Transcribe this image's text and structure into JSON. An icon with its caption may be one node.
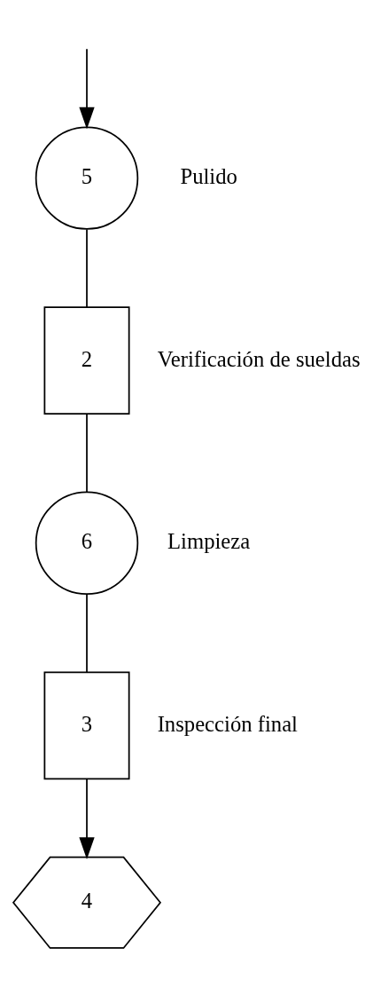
{
  "diagram": {
    "nodes": [
      {
        "text": [
          "5"
        ],
        "beside": [
          "Pulido"
        ]
      },
      {
        "text": [
          "2"
        ],
        "beside": [
          "Verificación de sueldas"
        ]
      },
      {
        "text": [
          "6"
        ],
        "beside": [
          "Limpieza"
        ]
      },
      {
        "text": [
          "3"
        ],
        "beside": [
          "Inspección final"
        ]
      },
      {
        "text": [
          "4"
        ]
      }
    ],
    "edges": [
      {
        "from": null,
        "to": 0,
        "arrow": "to"
      },
      {
        "from": 0,
        "to": 1,
        "arrow": "none"
      },
      {
        "from": 1,
        "to": 2,
        "arrow": "none"
      },
      {
        "from": 2,
        "to": 3,
        "arrow": "none"
      },
      {
        "from": 3,
        "to": 4,
        "arrow": "to"
      }
    ]
  }
}
